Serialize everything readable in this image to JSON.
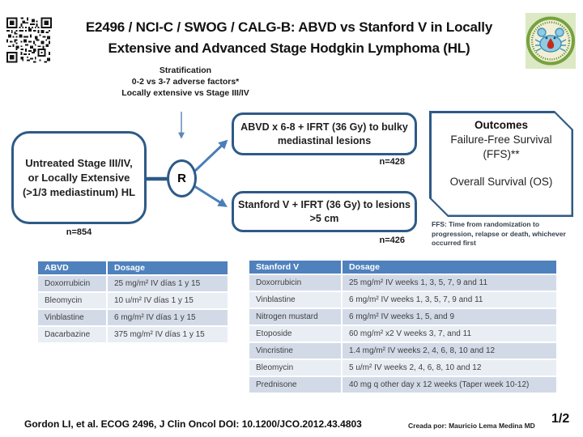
{
  "title": {
    "line1": "E2496 / NCI-C / SWOG / CALG-B: ABVD vs Stanford V in Locally",
    "line2": "Extensive and Advanced Stage Hodgkin Lymphoma (HL)"
  },
  "stratification": {
    "line1": "Stratification",
    "line2": "0-2 vs 3-7 adverse factors*",
    "line3": "Locally extensive vs Stage III/IV"
  },
  "flow": {
    "population": "Untreated Stage III/IV, or Locally Extensive (>1/3 mediastinum) HL",
    "population_n": "n=854",
    "randomization_label": "R",
    "arm1": "ABVD x 6-8 + IFRT (36 Gy) to bulky mediastinal lesions",
    "arm1_n": "n=428",
    "arm2": "Stanford V + IFRT (36 Gy) to lesions >5 cm",
    "arm2_n": "n=426"
  },
  "outcomes": {
    "title": "Outcomes",
    "primary": "Failure-Free Survival (FFS)**",
    "secondary": "Overall Survival (OS)",
    "ffs_note": "FFS: Time from randomization to progression, relapse or death, whichever occurred first"
  },
  "tables": {
    "abvd": {
      "headers": [
        "ABVD",
        "Dosage"
      ],
      "rows": [
        [
          "Doxorrubicin",
          "25 mg/m² IV días 1 y 15"
        ],
        [
          "Bleomycin",
          "10 u/m² IV días 1 y 15"
        ],
        [
          "Vinblastine",
          "6 mg/m² IV días 1 y 15"
        ],
        [
          "Dacarbazine",
          "375 mg/m² IV días 1 y 15"
        ]
      ]
    },
    "stanford": {
      "headers": [
        "Stanford V",
        "Dosage"
      ],
      "rows": [
        [
          "Doxorrubicin",
          "25 mg/m² IV weeks 1, 3, 5, 7, 9 and 11"
        ],
        [
          "Vinblastine",
          "6 mg/m² IV weeks 1, 3, 5, 7, 9 and 11"
        ],
        [
          "Nitrogen mustard",
          "6 mg/m² IV weeks 1, 5, and 9"
        ],
        [
          "Etoposide",
          "60 mg/m² x2 V weeks 3, 7, and 11"
        ],
        [
          "Vincristine",
          "1.4 mg/m² IV weeks 2, 4, 6, 8, 10 and 12"
        ],
        [
          "Bleomycin",
          "5 u/m² IV weeks 2, 4, 6, 8, 10 and 12"
        ],
        [
          "Prednisone",
          "40 mg q other day x 12 weeks (Taper week 10-12)"
        ]
      ]
    }
  },
  "footer": {
    "citation": "Gordon LI, et al. ECOG 2496, J Clin Oncol DOI: 10.1200/JCO.2012.43.4803",
    "credit": "Creada por: Mauricio Lema Medina MD",
    "page": "1/2"
  },
  "icons": {
    "qr": "qr-code",
    "logo": "crab-badge-logo"
  },
  "colors": {
    "accent_blue": "#4f81bd",
    "border_navy": "#2e5a87",
    "band_dark": "#d3dae7",
    "band_light": "#e9eef5",
    "logo_green": "#76a23f",
    "drop_red": "#c42b1c"
  }
}
